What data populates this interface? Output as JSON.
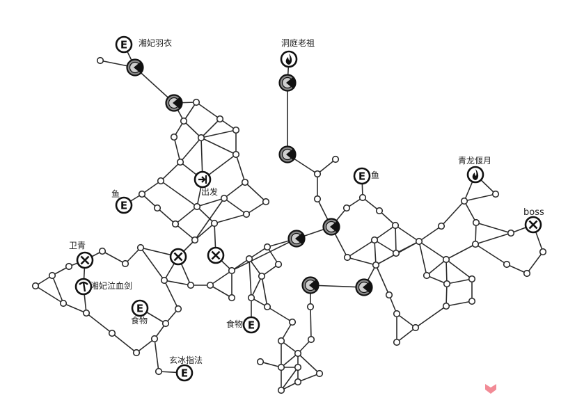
{
  "map": {
    "colors": {
      "line": "#2a2a2a",
      "node_fill": "#ffffff",
      "gear_fill": "#8a8a8a",
      "corner_mark": "#f28b96"
    },
    "labels": {
      "xiangfei_yuyi": "湘妃羽衣",
      "dongting_laozu": "洞庭老祖",
      "qinglong_yanyue": "青龙偃月",
      "yu_1": "鱼",
      "yu_2": "鱼",
      "boss": "boss",
      "chufa": "出发",
      "weiqing": "卫青",
      "xiangfei_qixuejian": "湘妃泣血剑",
      "shiwu_1": "食物",
      "shiwu_2": "食物",
      "xuanbing_zhifa": "玄冰指法"
    },
    "icons": {
      "event": "E",
      "exit": "exit-arrow-icon",
      "battle": "crossed-circle-icon",
      "pickaxe": "pickaxe-icon",
      "flame": "flame-icon",
      "gear": "gear-icon",
      "corner": "pink-heart-icon"
    }
  }
}
